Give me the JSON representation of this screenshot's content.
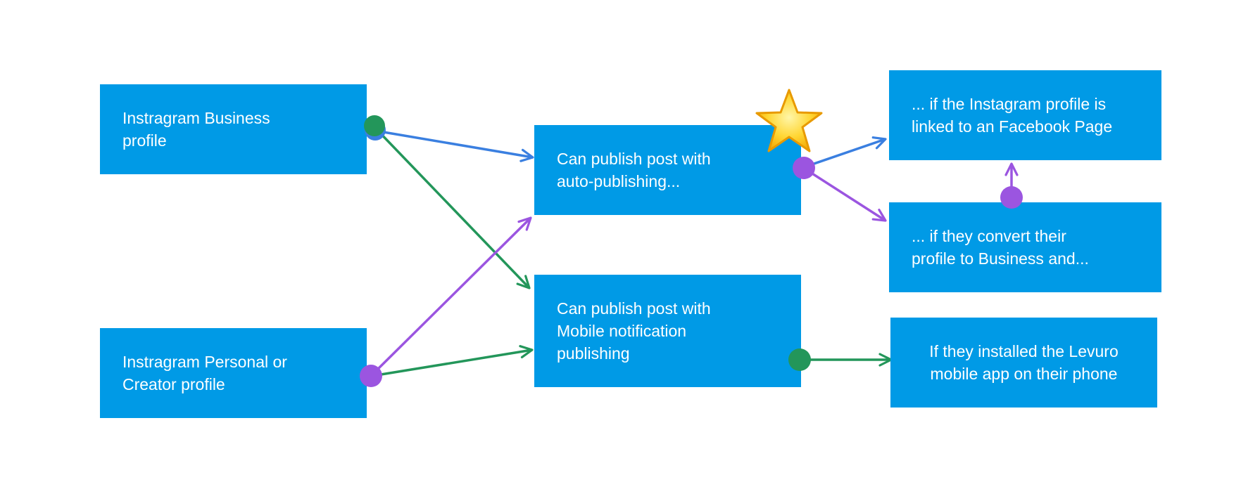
{
  "nodes": {
    "business_profile": "Instragram Business\nprofile",
    "personal_profile": "Instragram Personal or\nCreator profile",
    "auto_publishing": "Can publish post with\nauto-publishing...",
    "mobile_publishing": "Can publish post with\nMobile notification\npublishing",
    "linked_facebook": "... if the Instagram profile is\nlinked to an Facebook Page",
    "convert_business": "... if they convert their\nprofile to Business and...",
    "installed_app": "If they installed the Levuro\nmobile app on their phone"
  },
  "colors": {
    "box": "#009ae6",
    "text": "#ffffff",
    "blue_link": "#3a7fe0",
    "green_link": "#23965a",
    "purple_link": "#9b55e0",
    "star": "#ffcc22"
  },
  "icons": {
    "star": "star-icon"
  }
}
